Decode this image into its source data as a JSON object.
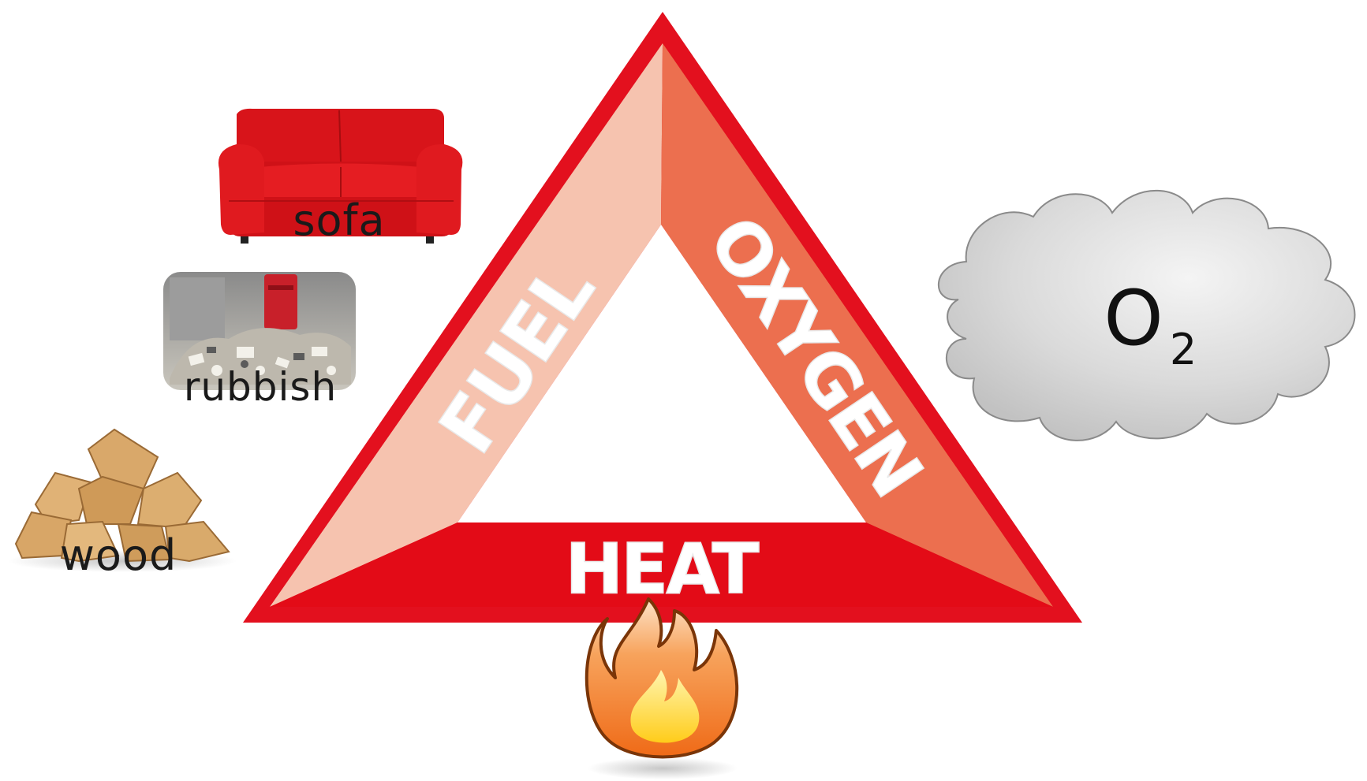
{
  "triangle": {
    "sides": {
      "fuel": "FUEL",
      "oxygen": "OXYGEN",
      "heat": "HEAT"
    },
    "colors": {
      "frame": "#e3101e",
      "fuel_side": "#f6c3af",
      "oxygen_side": "#ec6f4f",
      "heat_side": "#e30b17",
      "side_text": "#ffffff"
    }
  },
  "fuel_items": [
    {
      "label": "sofa",
      "icon": "sofa-icon"
    },
    {
      "label": "rubbish",
      "icon": "rubbish-pile-icon"
    },
    {
      "label": "wood",
      "icon": "woodpile-icon"
    }
  ],
  "oxygen_cloud": {
    "symbol": "O",
    "subscript": "2",
    "icon": "cloud-icon"
  },
  "heat_source": {
    "icon": "flame-icon"
  }
}
